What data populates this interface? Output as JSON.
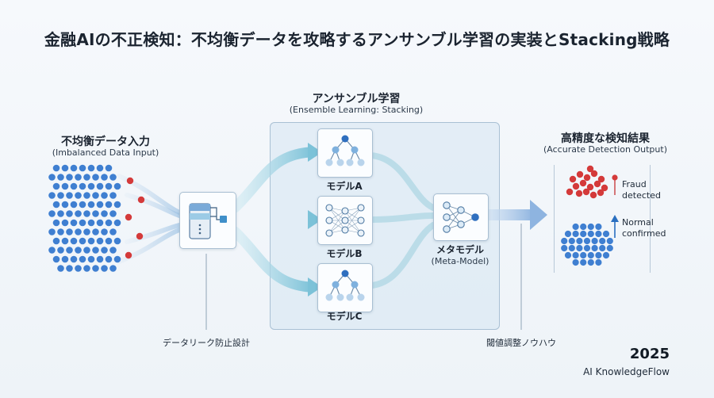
{
  "title": "金融AIの不正検知：不均衡データを攻略するアンサンブル学習の実装とStacking戦略",
  "input": {
    "label": "不均衡データ入力",
    "sublabel": "(Imbalanced Data Input)"
  },
  "ensemble": {
    "label": "アンサンブル学習",
    "sublabel": "(Ensemble Learning: Stacking)",
    "models": [
      "モデルA",
      "モデルB",
      "モデルC"
    ]
  },
  "meta": {
    "label": "メタモデル",
    "sublabel": "(Meta-Model)"
  },
  "output": {
    "label": "高精度な検知結果",
    "sublabel": "(Accurate Detection Output)",
    "fraud": [
      "Fraud",
      "detected"
    ],
    "normal": [
      "Normal",
      "confirmed"
    ]
  },
  "notes": {
    "leak": "データリーク防止設計",
    "threshold": "閾値調整ノウハウ"
  },
  "footer": {
    "year": "2025",
    "brand": "AI KnowledgeFlow"
  },
  "colors": {
    "majority": "#3f7fd1",
    "minority": "#d43a3a",
    "flow": "#9fd3e2",
    "accent": "#2a7fbf"
  },
  "icons": [
    "preprocess-icon",
    "tree-icon",
    "neural-net-icon",
    "meta-model-icon",
    "fraud-pin-icon",
    "up-arrow-icon"
  ]
}
